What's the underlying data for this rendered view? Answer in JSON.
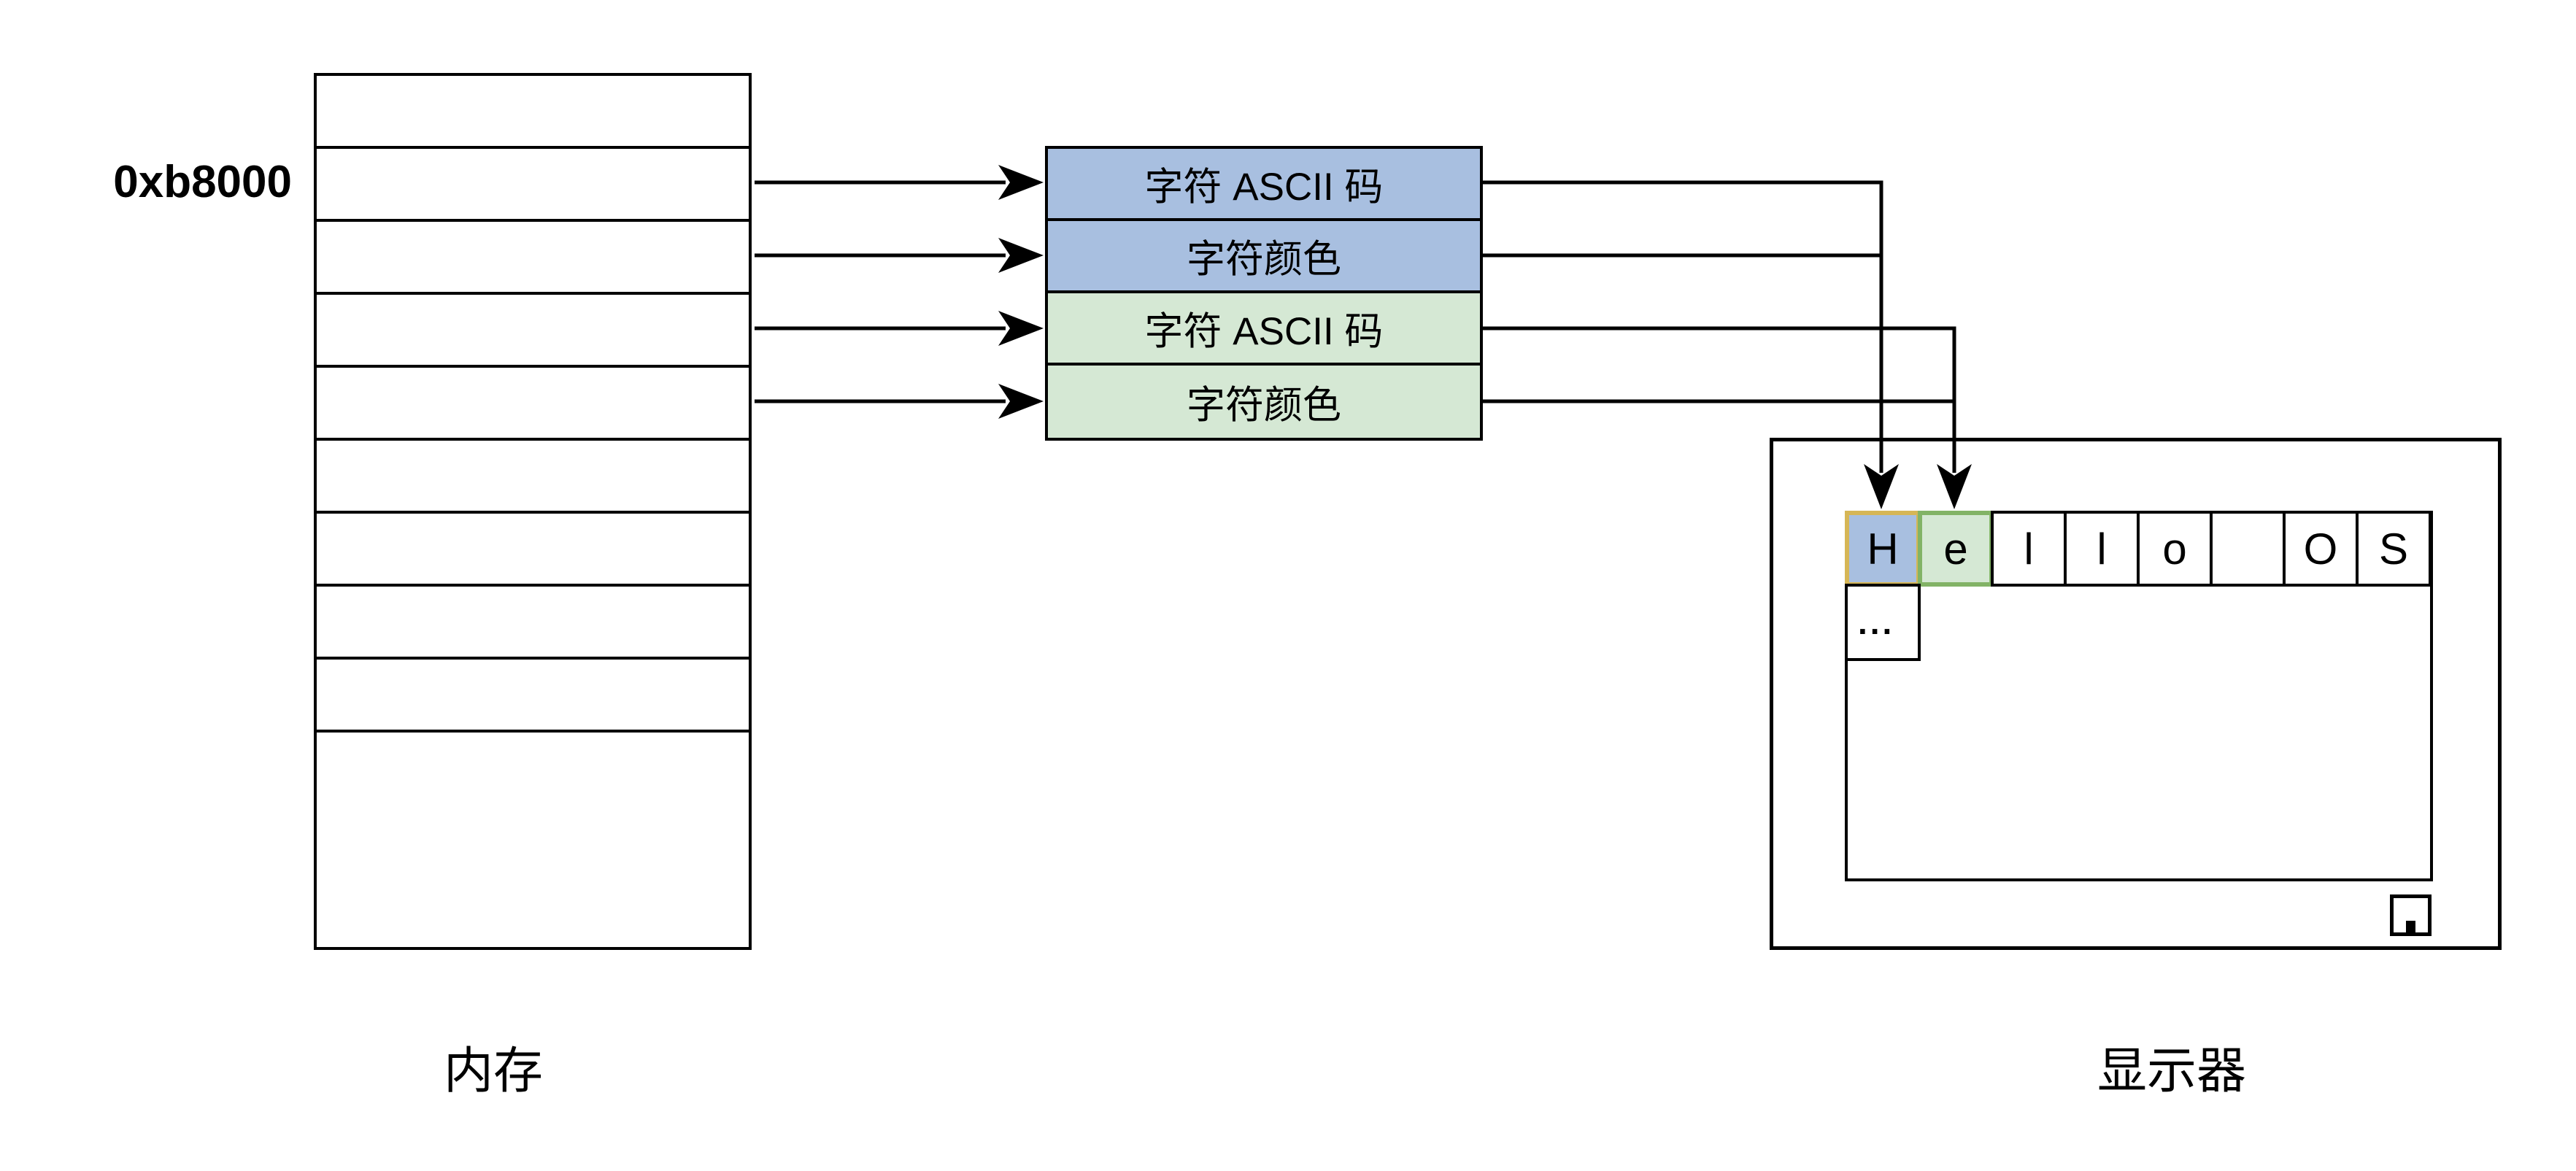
{
  "diagram": {
    "memory": {
      "caption": "内存",
      "address_label": "0xb8000",
      "row_count": 10,
      "labeled_row_index": 2
    },
    "vram": {
      "rows": [
        {
          "label": "字符 ASCII 码",
          "color_key": "blue"
        },
        {
          "label": "字符颜色",
          "color_key": "blue"
        },
        {
          "label": "字符 ASCII 码",
          "color_key": "green"
        },
        {
          "label": "字符颜色",
          "color_key": "green"
        }
      ]
    },
    "display": {
      "caption": "显示器",
      "cells": [
        {
          "char": "H",
          "style": "blue"
        },
        {
          "char": "e",
          "style": "green"
        },
        {
          "char": "l",
          "style": "plain"
        },
        {
          "char": "l",
          "style": "plain"
        },
        {
          "char": "o",
          "style": "plain"
        },
        {
          "char": "",
          "style": "plain"
        },
        {
          "char": "O",
          "style": "plain"
        },
        {
          "char": "S",
          "style": "plain"
        }
      ],
      "ellipsis": "..."
    },
    "colors": {
      "blue_fill": "#a8bfe0",
      "green_fill": "#d5e8d4",
      "yellow_border": "#d6b656",
      "green_border": "#82b366",
      "line": "#000000"
    }
  }
}
